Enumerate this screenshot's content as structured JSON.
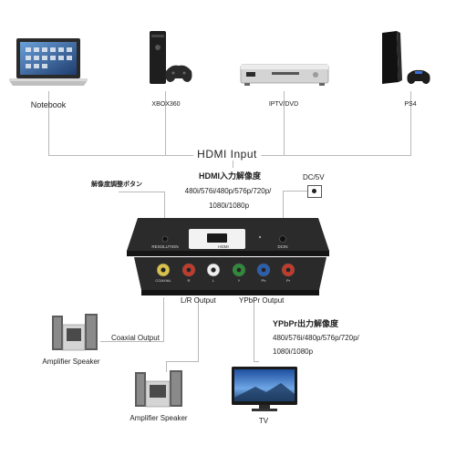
{
  "devices": {
    "notebook": "Notebook",
    "xbox": "XBOX360",
    "iptv": "IPTV/DVD",
    "ps4": "PS4"
  },
  "hdmi_input": "HDMI Input",
  "hdmi_resolution": {
    "title": "HDMI入力解像度",
    "line1": "480i/576i/480p/576p/720p/",
    "line2": "1080i/1080p"
  },
  "resolution_button": "解像度調整ボタン",
  "dc": "DC/5V",
  "front_panel": {
    "resolution": "RESOLUTION",
    "hdmi": "HDMI",
    "dcin": "DCIN"
  },
  "rear_panel": {
    "coaxial": "COAXIAL",
    "r": "R",
    "l": "L",
    "y": "Y",
    "pb": "Pb",
    "pr": "Pr"
  },
  "outputs": {
    "lr": "L/R Output",
    "ypbpr": "YPbPr Output",
    "coaxial": "Coaxial Output"
  },
  "ypbpr_resolution": {
    "title": "YPbPr出力解像度",
    "line1": "480i/576i/480p/576p/720p/",
    "line2": "1080i/1080p"
  },
  "bottom_devices": {
    "amp1": "Amplifier Speaker",
    "amp2": "Amplifier Speaker",
    "tv": "TV"
  }
}
